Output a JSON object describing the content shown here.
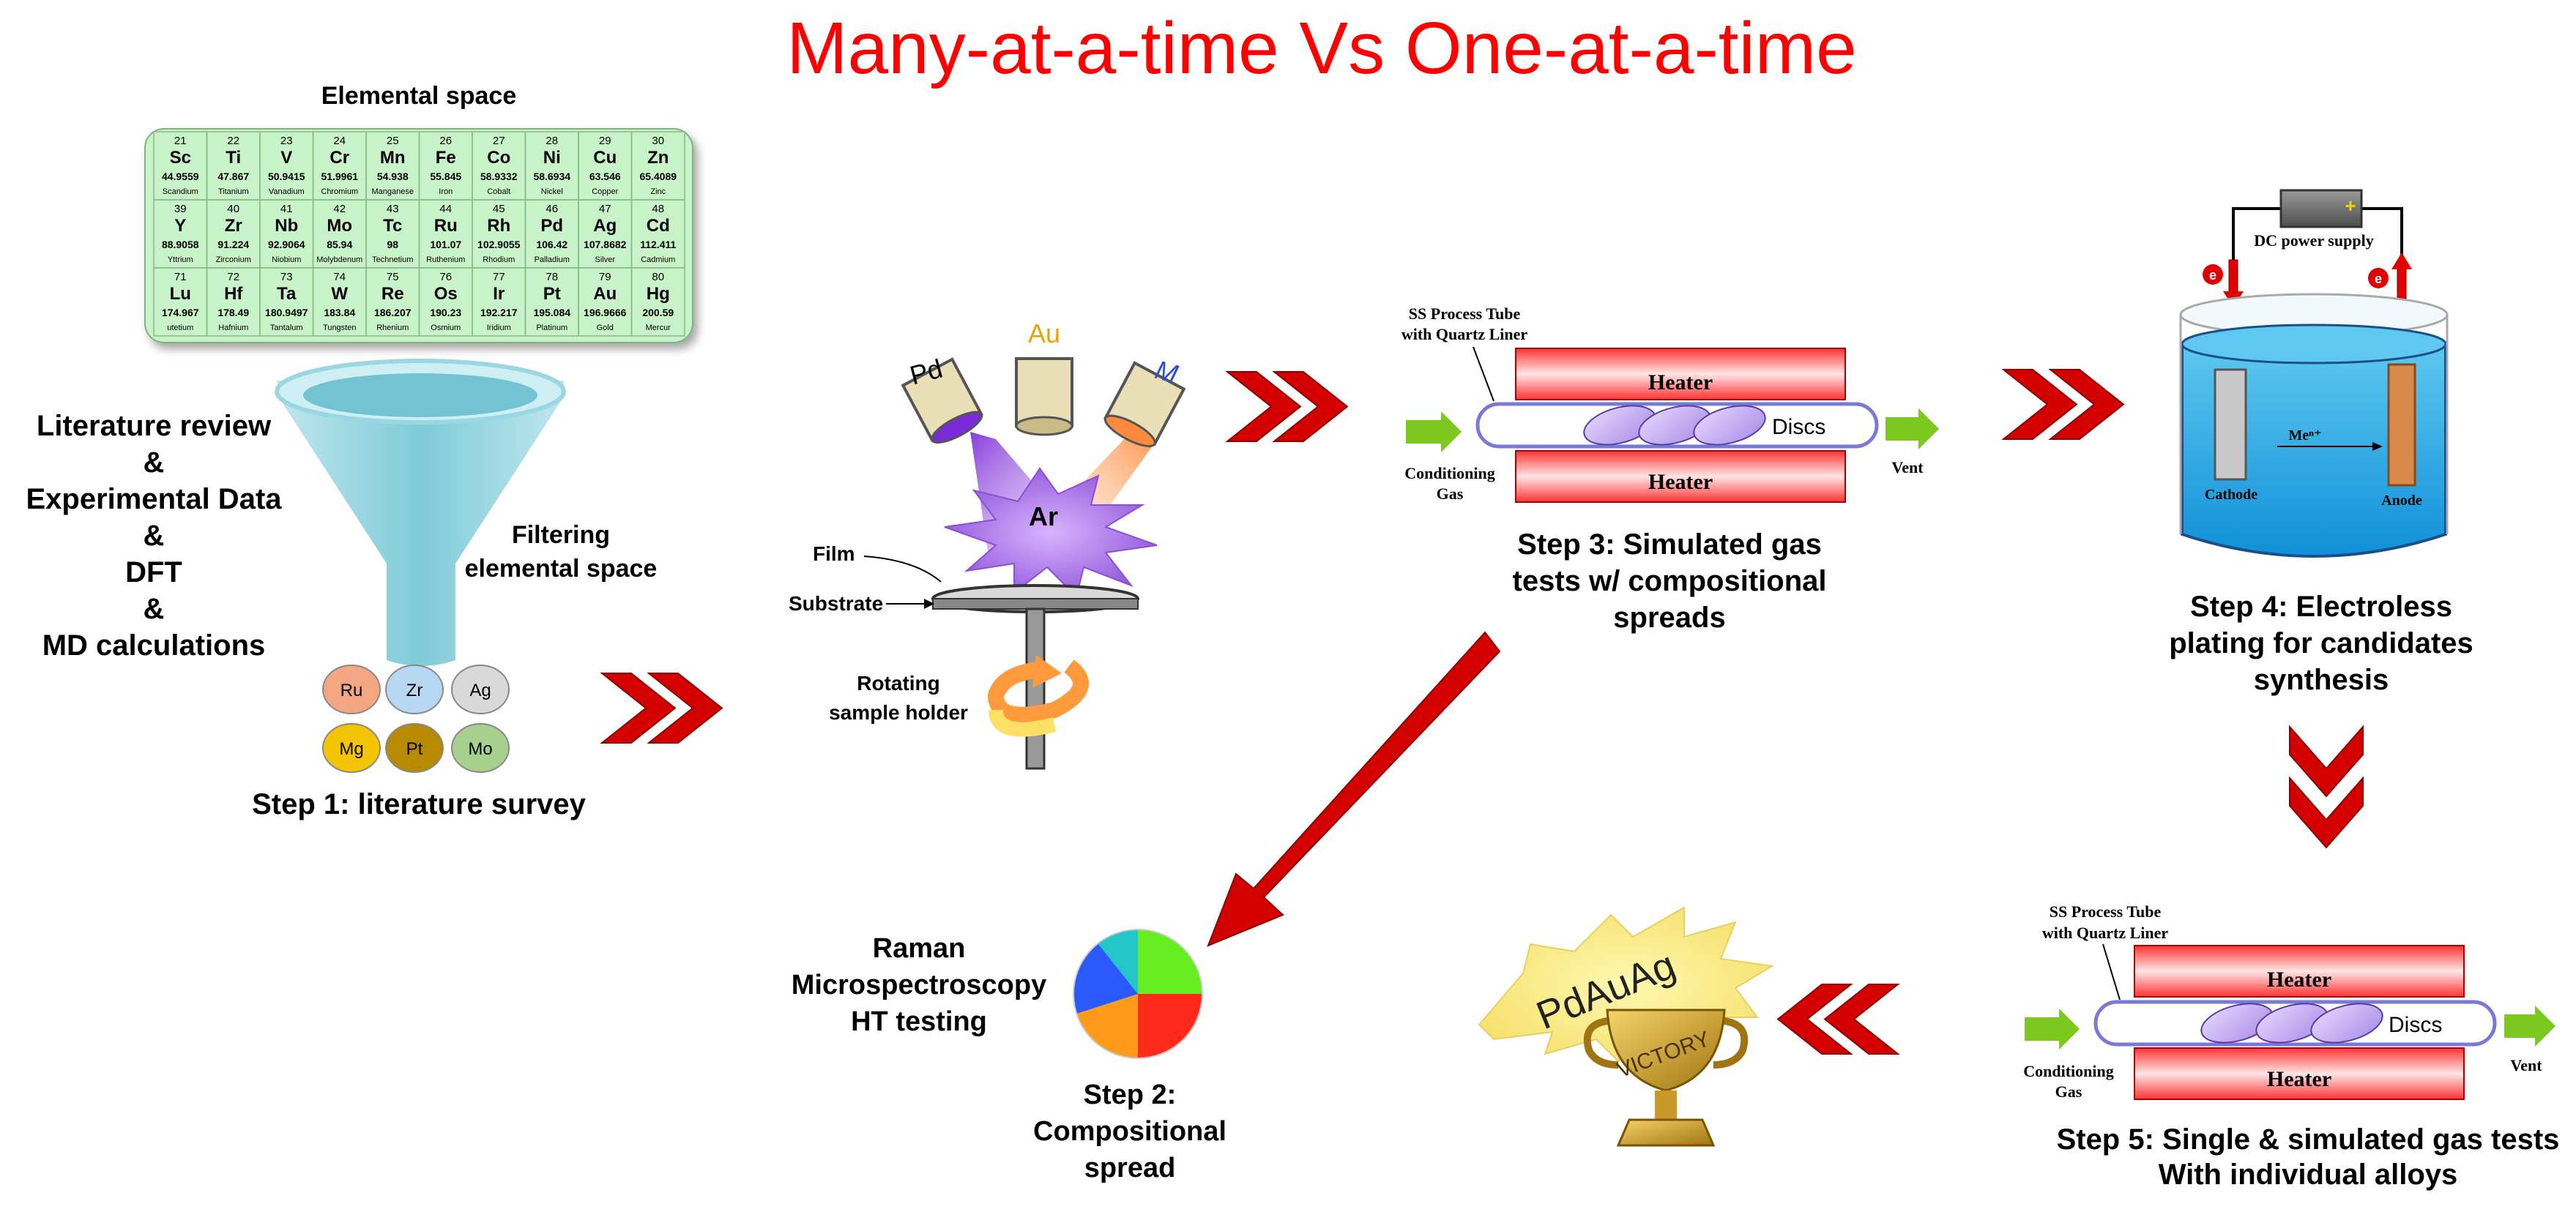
{
  "title": "Many-at-a-time Vs One-at-a-time",
  "periodic": {
    "label": "Elemental space",
    "rows": [
      [
        {
          "n": "21",
          "s": "Sc",
          "m": "44.9559",
          "name": "Scandium"
        },
        {
          "n": "22",
          "s": "Ti",
          "m": "47.867",
          "name": "Titanium"
        },
        {
          "n": "23",
          "s": "V",
          "m": "50.9415",
          "name": "Vanadium"
        },
        {
          "n": "24",
          "s": "Cr",
          "m": "51.9961",
          "name": "Chromium"
        },
        {
          "n": "25",
          "s": "Mn",
          "m": "54.938",
          "name": "Manganese"
        },
        {
          "n": "26",
          "s": "Fe",
          "m": "55.845",
          "name": "Iron"
        },
        {
          "n": "27",
          "s": "Co",
          "m": "58.9332",
          "name": "Cobalt"
        },
        {
          "n": "28",
          "s": "Ni",
          "m": "58.6934",
          "name": "Nickel"
        },
        {
          "n": "29",
          "s": "Cu",
          "m": "63.546",
          "name": "Copper"
        },
        {
          "n": "30",
          "s": "Zn",
          "m": "65.4089",
          "name": "Zinc"
        }
      ],
      [
        {
          "n": "39",
          "s": "Y",
          "m": "88.9058",
          "name": "Yttrium"
        },
        {
          "n": "40",
          "s": "Zr",
          "m": "91.224",
          "name": "Zirconium"
        },
        {
          "n": "41",
          "s": "Nb",
          "m": "92.9064",
          "name": "Niobium"
        },
        {
          "n": "42",
          "s": "Mo",
          "m": "85.94",
          "name": "Molybdenum"
        },
        {
          "n": "43",
          "s": "Tc",
          "m": "98",
          "name": "Technetium"
        },
        {
          "n": "44",
          "s": "Ru",
          "m": "101.07",
          "name": "Ruthenium"
        },
        {
          "n": "45",
          "s": "Rh",
          "m": "102.9055",
          "name": "Rhodium"
        },
        {
          "n": "46",
          "s": "Pd",
          "m": "106.42",
          "name": "Palladium"
        },
        {
          "n": "47",
          "s": "Ag",
          "m": "107.8682",
          "name": "Silver"
        },
        {
          "n": "48",
          "s": "Cd",
          "m": "112.411",
          "name": "Cadmium"
        }
      ],
      [
        {
          "n": "71",
          "s": "Lu",
          "m": "174.967",
          "name": "utetium"
        },
        {
          "n": "72",
          "s": "Hf",
          "m": "178.49",
          "name": "Hafnium"
        },
        {
          "n": "73",
          "s": "Ta",
          "m": "180.9497",
          "name": "Tantalum"
        },
        {
          "n": "74",
          "s": "W",
          "m": "183.84",
          "name": "Tungsten"
        },
        {
          "n": "75",
          "s": "Re",
          "m": "186.207",
          "name": "Rhenium"
        },
        {
          "n": "76",
          "s": "Os",
          "m": "190.23",
          "name": "Osmium"
        },
        {
          "n": "77",
          "s": "Ir",
          "m": "192.217",
          "name": "Iridium"
        },
        {
          "n": "78",
          "s": "Pt",
          "m": "195.084",
          "name": "Platinum"
        },
        {
          "n": "79",
          "s": "Au",
          "m": "196.9666",
          "name": "Gold"
        },
        {
          "n": "80",
          "s": "Hg",
          "m": "200.59",
          "name": "Mercur"
        }
      ]
    ]
  },
  "left_list": {
    "lines": [
      "Literature review",
      "&",
      "Experimental Data",
      "&",
      "DFT",
      "&",
      "MD calculations"
    ]
  },
  "filter_label": {
    "line1": "Filtering",
    "line2": "elemental space"
  },
  "element_chips": [
    {
      "label": "Ru",
      "color": "#f4a582"
    },
    {
      "label": "Zr",
      "color": "#b8d7f2"
    },
    {
      "label": "Ag",
      "color": "#d9d9d9"
    },
    {
      "label": "Mg",
      "color": "#f5c400"
    },
    {
      "label": "Pt",
      "color": "#b88a00"
    },
    {
      "label": "Mo",
      "color": "#a8d08d"
    }
  ],
  "step1": {
    "label": "Step 1: literature survey"
  },
  "sputter": {
    "pd": "Pd",
    "au": "Au",
    "m": "M",
    "ar": "Ar",
    "film": "Film",
    "substrate": "Substrate",
    "rotating1": "Rotating",
    "rotating2": "sample holder"
  },
  "step2": {
    "raman1": "Raman",
    "raman2": "Microspectroscopy",
    "raman3": "HT testing",
    "label1": "Step 2:",
    "label2": "Compositional",
    "label3": "spread"
  },
  "tube1": {
    "ss1": "SS Process Tube",
    "ss2": "with Quartz Liner",
    "heater_top": "Heater",
    "heater_bottom": "Heater",
    "discs": "Discs",
    "cond1": "Conditioning",
    "cond2": "Gas",
    "vent": "Vent"
  },
  "step3": {
    "line1": "Step 3: Simulated gas",
    "line2": "tests w/ compositional",
    "line3": "spreads"
  },
  "plating": {
    "supply": "DC power supply",
    "plus": "+",
    "neg_sign": "e",
    "cathode": "Cathode",
    "anode": "Anode",
    "ion": "Meⁿ⁺"
  },
  "step4": {
    "line1": "Step 4: Electroless",
    "line2": "plating for candidates",
    "line3": "synthesis"
  },
  "tube2": {
    "ss1": "SS Process Tube",
    "ss2": "with Quartz Liner",
    "heater_top": "Heater",
    "heater_bottom": "Heater",
    "discs": "Discs",
    "cond1": "Conditioning",
    "cond2": "Gas",
    "vent": "Vent"
  },
  "step5": {
    "line1": "Step 5: Single & simulated gas tests",
    "line2": "With individual alloys"
  },
  "result": {
    "alloy": "PdAuAg",
    "cup": "VICTORY"
  },
  "colors": {
    "title": "#ff0000",
    "arrow": "#d40000",
    "green": "#7cc81f",
    "table_bg": "#c8f2c8"
  }
}
